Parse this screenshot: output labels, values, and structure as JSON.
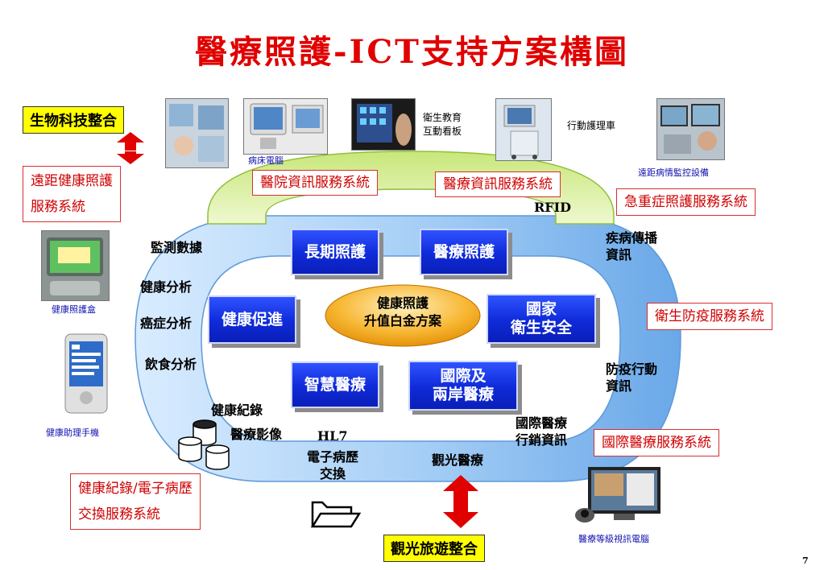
{
  "title": "醫療照護-ICT支持方案構圖",
  "page_number": "7",
  "yellow_boxes": {
    "biotech": "生物科技整合",
    "tourism": "觀光旅遊整合"
  },
  "service_boxes": {
    "remote_care": [
      "遠距健康照護",
      "服務系統"
    ],
    "hospital_info": "醫院資訊服務系統",
    "medical_info": "醫療資訊服務系統",
    "emergency": "急重症照護服務系統",
    "health_defense": "衛生防疫服務系統",
    "intl_medical": "國際醫療服務系統",
    "records_exchange": [
      "健康紀錄/電子病歷",
      "交換服務系統"
    ]
  },
  "center": {
    "line1": "健康照護",
    "line2": "升值白金方案"
  },
  "blue_buttons": {
    "long_term": "長期照護",
    "medical": "醫療照護",
    "promotion": "健康促進",
    "national": [
      "國家",
      "衛生安全"
    ],
    "smart": "智慧醫療",
    "intl": [
      "國際及",
      "兩岸醫療"
    ]
  },
  "ring_labels": {
    "monitoring": "監測數據",
    "health_analysis": "健康分析",
    "cancer_analysis": "癌症分析",
    "diet_analysis": "飲食分析",
    "health_records": "健康紀錄",
    "medical_imaging": "醫療影像",
    "hl7": "HL7",
    "emr_exchange": [
      "電子病歷",
      "交換"
    ],
    "tourism_medical": "觀光醫療",
    "intl_marketing": [
      "國際醫療",
      "行銷資訊"
    ],
    "epidemic_action": [
      "防疫行動",
      "資訊"
    ],
    "disease_spread": [
      "疾病傳播",
      "資訊"
    ],
    "rfid": "RFID"
  },
  "photo_captions": {
    "bedside_pc": "病床電腦",
    "edu_board": [
      "衛生教育",
      "互動看板"
    ],
    "nursing_cart": "行動護理車",
    "remote_monitor": "遠距病情監控設備",
    "care_box": "健康照護盒",
    "assistant_phone": "健康助理手機",
    "video_pc": "醫療等級視訊電腦"
  },
  "colors": {
    "title": "#e00000",
    "ring_blue": "#7fb8ee",
    "ring_green": "#d6ef9a",
    "button_blue": "#1530e0",
    "center_orange": "#f5a000"
  }
}
